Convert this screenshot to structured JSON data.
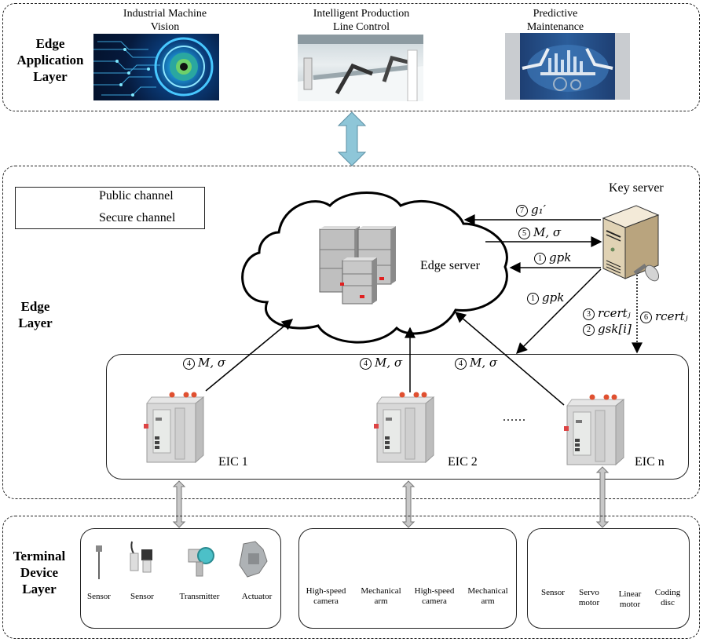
{
  "layers": {
    "application": {
      "title": "Edge Application Layer",
      "title_lines": [
        "Edge",
        "Application",
        "Layer"
      ],
      "apps": [
        {
          "label_lines": [
            "Industrial Machine",
            "Vision"
          ],
          "image": "machine-vision-eye"
        },
        {
          "label_lines": [
            "Intelligent Production",
            "Line Control"
          ],
          "image": "production-line-robots"
        },
        {
          "label_lines": [
            "Predictive",
            "Maintenance"
          ],
          "image": "robotic-arms-gears"
        }
      ]
    },
    "edge": {
      "title_lines": [
        "Edge",
        "Layer"
      ],
      "legend": {
        "public": "Public channel",
        "secure": "Secure channel"
      },
      "edge_server_label": "Edge server",
      "key_server_label": "Key server",
      "eics": [
        {
          "label": "EIC 1"
        },
        {
          "label": "EIC 2"
        },
        {
          "label": "EIC n"
        }
      ],
      "ellipsis": "......",
      "messages": {
        "m7": {
          "num": "7",
          "text": "g₁′"
        },
        "m5": {
          "num": "5",
          "text": "M, σ"
        },
        "m1a": {
          "num": "1",
          "text": "gpk"
        },
        "m1b": {
          "num": "1",
          "text": "gpk"
        },
        "m3": {
          "num": "3",
          "text": "rcertⱼ"
        },
        "m2": {
          "num": "2",
          "text": "gsk[i]"
        },
        "m6": {
          "num": "6",
          "text": "rcertⱼ"
        },
        "m4a": {
          "num": "4",
          "text": "M, σ"
        },
        "m4b": {
          "num": "4",
          "text": "M, σ"
        },
        "m4c": {
          "num": "4",
          "text": "M, σ"
        }
      }
    },
    "terminal": {
      "title_lines": [
        "Terminal",
        "Device",
        "Layer"
      ],
      "groups": [
        {
          "devices": [
            {
              "label_lines": [
                "Sensor"
              ],
              "icon": "probe-sensor"
            },
            {
              "label_lines": [
                "Sensor"
              ],
              "icon": "pressure-sensor"
            },
            {
              "label_lines": [
                "Transmitter"
              ],
              "icon": "transmitter"
            },
            {
              "label_lines": [
                "Actuator"
              ],
              "icon": "actuator"
            }
          ]
        },
        {
          "devices": [
            {
              "label_lines": [
                "High-speed",
                "camera"
              ],
              "icon": "high-speed-camera"
            },
            {
              "label_lines": [
                "Mechanical",
                "arm"
              ],
              "icon": "yellow-robot-arm"
            },
            {
              "label_lines": [
                "High-speed",
                "camera"
              ],
              "icon": "black-camera"
            },
            {
              "label_lines": [
                "Mechanical",
                "arm"
              ],
              "icon": "orange-robot-arm"
            }
          ]
        },
        {
          "devices": [
            {
              "label_lines": [
                "Sensor"
              ],
              "icon": "speed-sensor"
            },
            {
              "label_lines": [
                "Servo",
                "motor"
              ],
              "icon": "servo-motor"
            },
            {
              "label_lines": [
                "Linear",
                "motor"
              ],
              "icon": "linear-motor"
            },
            {
              "label_lines": [
                "Coding",
                "disc"
              ],
              "icon": "encoder-disc"
            }
          ]
        }
      ]
    }
  },
  "colors": {
    "bidir_arrow_fill": "#8ec6d8",
    "bidir_arrow_stroke": "#5a8fa3",
    "device_arrow_fill": "#c8c8c8",
    "led_red": "#e02020"
  }
}
